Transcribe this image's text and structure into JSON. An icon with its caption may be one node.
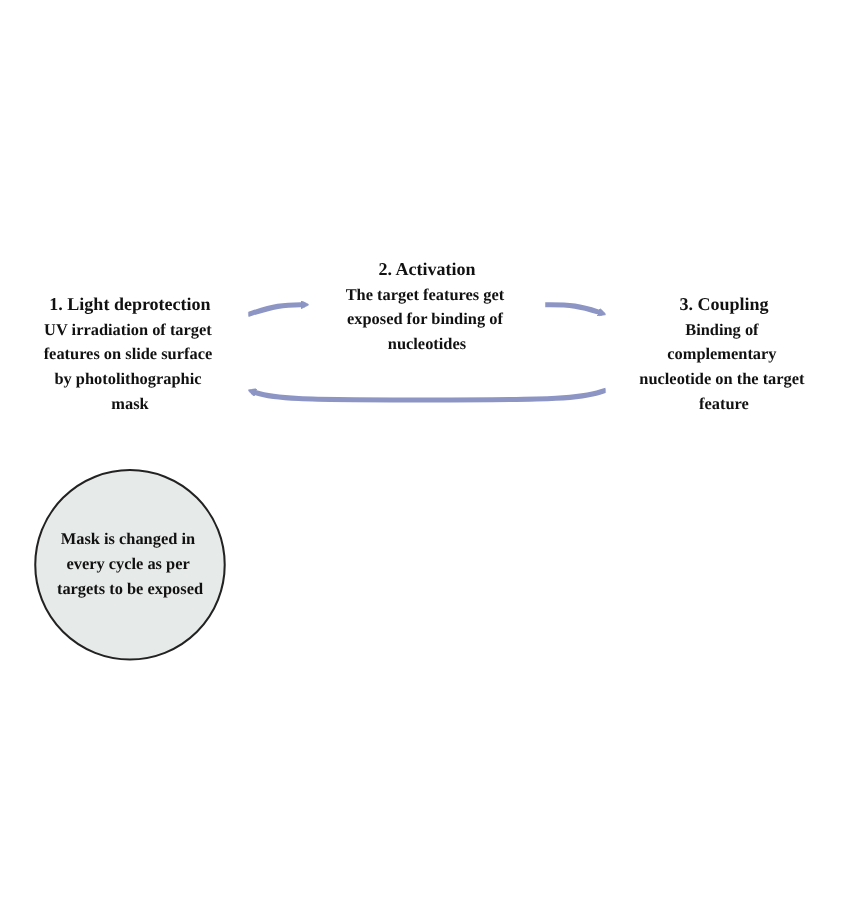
{
  "diagram": {
    "nodes": [
      {
        "text": [
          "1. Light deprotection",
          "UV irradiation of target features on slide surface by photolithographic mask"
        ]
      },
      {
        "text": [
          "2. Activation",
          "The target features get exposed for binding of nucleotides"
        ]
      },
      {
        "text": [
          "3. Coupling",
          "Binding of complementary nucleotide on the target feature"
        ]
      },
      {
        "text": [
          "Mask is changed in every cycle as per targets to be exposed"
        ]
      }
    ],
    "edges": [
      {
        "from": 0,
        "to": 1,
        "arrow": "to"
      },
      {
        "from": 1,
        "to": 2,
        "arrow": "to"
      },
      {
        "from": 2,
        "to": 0,
        "arrow": "to"
      }
    ]
  }
}
